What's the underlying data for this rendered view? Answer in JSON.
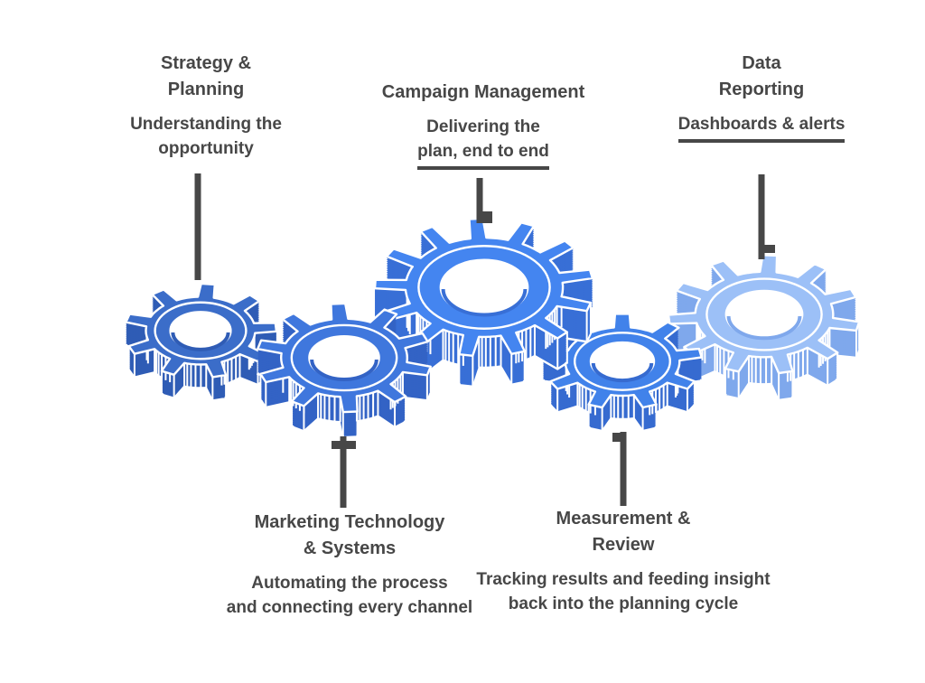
{
  "diagram": {
    "background": "#ffffff",
    "text_color": "#474747",
    "connector_color": "#474747",
    "labels": [
      {
        "name": "strategy-planning",
        "title": [
          "Strategy &",
          "Planning"
        ],
        "subtitle": [
          "Understanding the",
          "opportunity"
        ]
      },
      {
        "name": "campaign-management",
        "title": [
          "Campaign Management",
          ""
        ],
        "subtitle": [
          "Delivering the",
          "plan, end to end"
        ]
      },
      {
        "name": "data-reporting",
        "title": [
          "Data",
          "Reporting"
        ],
        "subtitle": [
          "Dashboards & alerts",
          ""
        ]
      },
      {
        "name": "marketing-technology",
        "title": [
          "Marketing Technology",
          "& Systems"
        ],
        "subtitle": [
          "Automating the process",
          "and connecting every channel"
        ]
      },
      {
        "name": "measurement-review",
        "title": [
          "Measurement &",
          "Review"
        ],
        "subtitle": [
          "Tracking results and feeding insight",
          "back into the planning cycle"
        ]
      }
    ],
    "gears": [
      {
        "name": "gear-1",
        "fill": "#3b6dc9",
        "side": "#2f5cb5"
      },
      {
        "name": "gear-2",
        "fill": "#3f77dd",
        "side": "#3363c5"
      },
      {
        "name": "gear-3",
        "fill": "#4485f0",
        "side": "#386fd6"
      },
      {
        "name": "gear-4",
        "fill": "#4182ea",
        "side": "#366bd0"
      },
      {
        "name": "gear-5",
        "fill": "#9cc0f7",
        "side": "#7fa8ec"
      }
    ]
  }
}
